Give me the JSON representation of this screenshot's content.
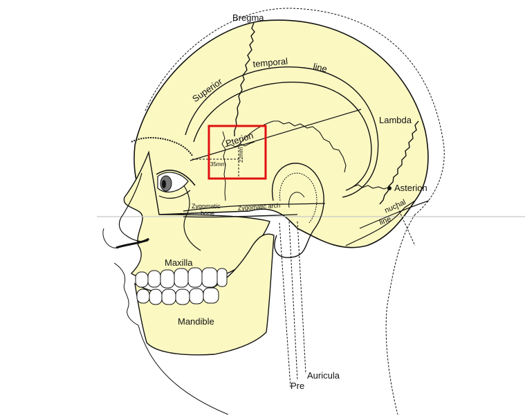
{
  "labels": {
    "bregma": "Bregma",
    "superior": "Superior",
    "temporal": "temporal",
    "line": "line",
    "lambda": "Lambda",
    "pterion": "Pterion",
    "measure_horizontal": "35mm",
    "measure_vertical": "22mm",
    "asterion": "Asterion",
    "nuchal": "nuchal",
    "nuchal_line": "line",
    "zygomatic_bone_1": "Zygomatic",
    "zygomatic_bone_2": "bone",
    "zygomatic_arch": "Zygomatic arch",
    "maxilla": "Maxilla",
    "mandible": "Mandible",
    "auricular": "Auricula",
    "preauricular": "Pre"
  },
  "colors": {
    "bone": "#fbf8c2",
    "outline": "#111111",
    "highlight_box": "#e01010",
    "horizon_line": "#c8c8c8"
  },
  "icons": {
    "eye": "eye-icon",
    "ear": "ear-icon"
  }
}
